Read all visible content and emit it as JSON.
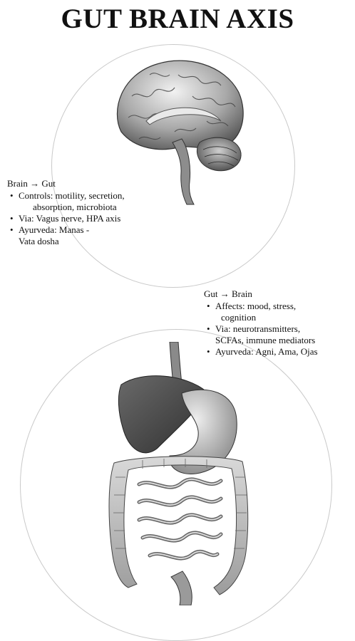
{
  "title": "GUT BRAIN AXIS",
  "brain_to_gut": {
    "heading": "Brain → Gut",
    "items": [
      {
        "line1": "Controls: motility, secretion,",
        "line2": "absorption, microbiota"
      },
      {
        "line1": "Via: Vagus nerve, HPA axis",
        "line2": ""
      },
      {
        "line1": "Ayurveda:  Manas -",
        "line2": "Vata dosha"
      }
    ]
  },
  "gut_to_brain": {
    "heading": "Gut → Brain",
    "items": [
      {
        "line1": "Affects: mood, stress,",
        "line2": "cognition"
      },
      {
        "line1": "Via: neurotransmitters,",
        "line2": "SCFAs,   immune mediators"
      },
      {
        "line1": "Ayurveda:  Agni,  Ama, Ojas",
        "line2": ""
      }
    ]
  },
  "bullet_char": "•",
  "colors": {
    "text": "#111111",
    "circle": "#c9c9c9",
    "organ_dark": "#4a4a4a",
    "organ_mid": "#9a9a9a",
    "organ_light": "#d8d8d8"
  },
  "icons": {
    "brain": "brain-illustration",
    "gut": "digestive-system-illustration"
  }
}
